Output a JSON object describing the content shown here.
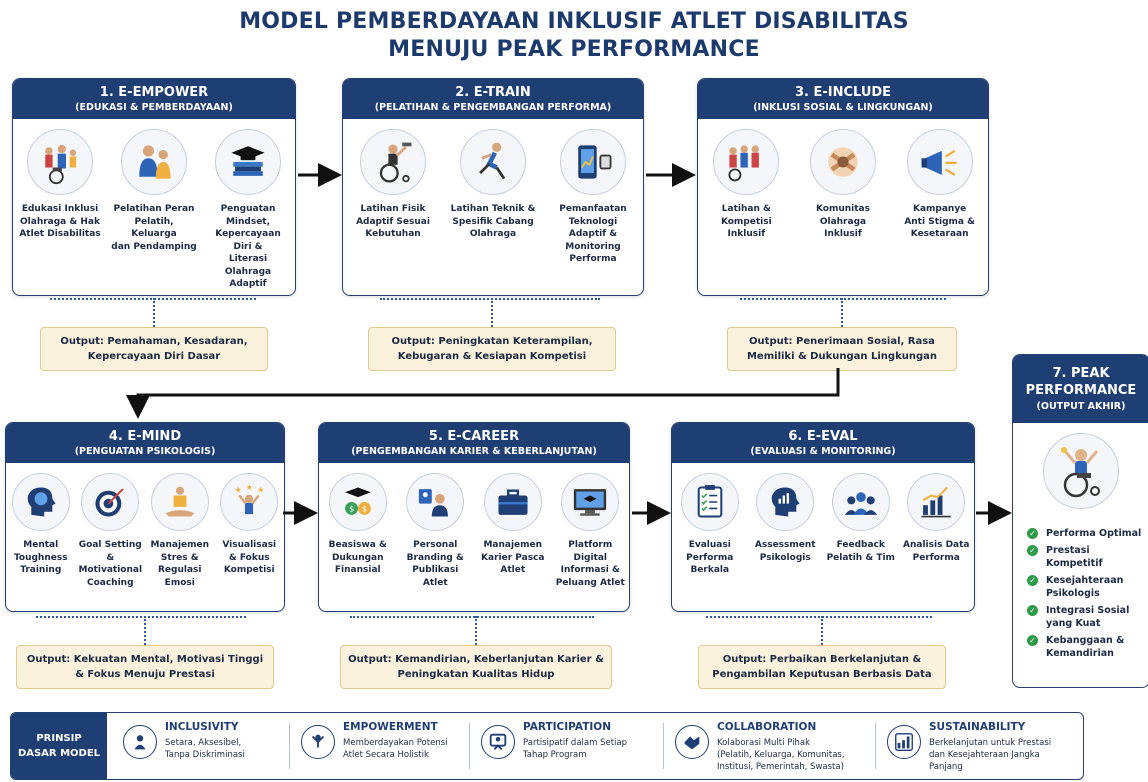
{
  "title": {
    "line1": "MODEL PEMBERDAYAAN INKLUSIF ATLET DISABILITAS",
    "line2": "MENUJU PEAK PERFORMANCE"
  },
  "stages": [
    {
      "name": "1. E-EMPOWER",
      "subtitle": "(EDUKASI & PEMBERDAYAAN)",
      "items": [
        {
          "icon": "family-disability-icon",
          "lines": [
            "Edukasi Inklusi",
            "Olahraga & Hak",
            "Atlet Disabilitas"
          ]
        },
        {
          "icon": "coach-family-icon",
          "lines": [
            "Pelatihan Peran",
            "Pelatih, Keluarga",
            "dan Pendamping"
          ]
        },
        {
          "icon": "graduation-cap-books-icon",
          "lines": [
            "Penguatan Mindset,",
            "Kepercayaan Diri &",
            "Literasi Olahraga",
            "Adaptif"
          ]
        }
      ],
      "output": [
        "Output: Pemahaman, Kesadaran,",
        "Kepercayaan Diri Dasar"
      ]
    },
    {
      "name": "2. E-TRAIN",
      "subtitle": "(PELATIHAN & PENGEMBANGAN PERFORMA)",
      "items": [
        {
          "icon": "wheelchair-dumbbell-icon",
          "lines": [
            "Latihan Fisik",
            "Adaptif Sesuai",
            "Kebutuhan"
          ]
        },
        {
          "icon": "prosthetic-runner-icon",
          "lines": [
            "Latihan Teknik &",
            "Spesifik Cabang",
            "Olahraga"
          ]
        },
        {
          "icon": "phone-smartwatch-icon",
          "lines": [
            "Pemanfaatan",
            "Teknologi",
            "Adaptif &",
            "Monitoring",
            "Performa"
          ]
        }
      ],
      "output": [
        "Output: Peningkatan Keterampilan,",
        "Kebugaran & Kesiapan Kompetisi"
      ]
    },
    {
      "name": "3. E-INCLUDE",
      "subtitle": "(INKLUSI SOSIAL & LINGKUNGAN)",
      "items": [
        {
          "icon": "team-athletes-icon",
          "lines": [
            "Latihan &",
            "Kompetisi",
            "Inklusif"
          ]
        },
        {
          "icon": "community-hands-icon",
          "lines": [
            "Komunitas",
            "Olahraga",
            "Inklusif"
          ]
        },
        {
          "icon": "megaphone-icon",
          "lines": [
            "Kampanye",
            "Anti Stigma &",
            "Kesetaraan"
          ]
        }
      ],
      "output": [
        "Output: Penerimaan Sosial, Rasa",
        "Memiliki & Dukungan Lingkungan"
      ]
    },
    {
      "name": "4. E-MIND",
      "subtitle": "(PENGUATAN PSIKOLOGIS)",
      "items": [
        {
          "icon": "brain-head-icon",
          "lines": [
            "Mental",
            "Toughness",
            "Training"
          ]
        },
        {
          "icon": "target-arrow-icon",
          "lines": [
            "Goal Setting &",
            "Motivational",
            "Coaching"
          ]
        },
        {
          "icon": "meditation-icon",
          "lines": [
            "Manajemen",
            "Stres &",
            "Regulasi Emosi"
          ]
        },
        {
          "icon": "star-celebration-icon",
          "lines": [
            "Visualisasi",
            "& Fokus",
            "Kompetisi"
          ]
        }
      ],
      "output": [
        "Output: Kekuatan Mental, Motivasi Tinggi",
        "& Fokus Menuju Prestasi"
      ]
    },
    {
      "name": "5. E-CAREER",
      "subtitle": "(PENGEMBANGAN KARIER & KEBERLANJUTAN)",
      "items": [
        {
          "icon": "scholarship-coins-icon",
          "lines": [
            "Beasiswa &",
            "Dukungan",
            "Finansial"
          ]
        },
        {
          "icon": "personal-branding-icon",
          "lines": [
            "Personal",
            "Branding &",
            "Publikasi Atlet"
          ]
        },
        {
          "icon": "briefcase-icon",
          "lines": [
            "Manajemen",
            "Karier Pasca",
            "Atlet"
          ]
        },
        {
          "icon": "digital-platform-icon",
          "lines": [
            "Platform Digital",
            "Informasi &",
            "Peluang Atlet"
          ]
        }
      ],
      "output": [
        "Output: Kemandirian, Keberlanjutan Karier &",
        "Peningkatan Kualitas Hidup"
      ]
    },
    {
      "name": "6. E-EVAL",
      "subtitle": "(EVALUASI & MONITORING)",
      "items": [
        {
          "icon": "clipboard-checklist-icon",
          "lines": [
            "Evaluasi Performa",
            "Berkala"
          ]
        },
        {
          "icon": "head-chart-icon",
          "lines": [
            "Assessment",
            "Psikologis"
          ]
        },
        {
          "icon": "feedback-team-icon",
          "lines": [
            "Feedback",
            "Pelatih & Tim"
          ]
        },
        {
          "icon": "growth-chart-icon",
          "lines": [
            "Analisis Data",
            "Performa"
          ]
        }
      ],
      "output": [
        "Output: Perbaikan Berkelanjutan &",
        "Pengambilan Keputusan Berbasis Data"
      ]
    }
  ],
  "peak": {
    "title_line1": "7. PEAK",
    "title_line2": "PERFORMANCE",
    "subtitle": "(OUTPUT AKHIR)",
    "icon": "wheelchair-champion-icon",
    "outcomes": [
      [
        "Performa Optimal"
      ],
      [
        "Prestasi Kompetitif"
      ],
      [
        "Kesejahteraan",
        "Psikologis"
      ],
      [
        "Integrasi Sosial",
        "yang Kuat"
      ],
      [
        "Kebanggaan &",
        "Kemandirian"
      ]
    ]
  },
  "principles": {
    "label_line1": "PRINSIP",
    "label_line2": "DASAR MODEL",
    "items": [
      {
        "icon": "inclusive-person-icon",
        "title": "INCLUSIVITY",
        "desc": [
          "Setara, Aksesibel,",
          "Tanpa Diskriminasi"
        ]
      },
      {
        "icon": "empower-person-icon",
        "title": "EMPOWERMENT",
        "desc": [
          "Memberdayakan Potensi",
          "Atlet Secara Holistik"
        ]
      },
      {
        "icon": "participation-icon",
        "title": "PARTICIPATION",
        "desc": [
          "Partisipatif dalam Setiap",
          "Tahap Program"
        ]
      },
      {
        "icon": "handshake-icon",
        "title": "COLLABORATION",
        "desc": [
          "Kolaborasi Multi Pihak",
          "(Pelatih, Keluarga, Komunitas,",
          "Institusi, Pemerintah, Swasta)"
        ]
      },
      {
        "icon": "sustainability-chart-icon",
        "title": "SUSTAINABILITY",
        "desc": [
          "Berkelanjutan untuk Prestasi",
          "dan Kesejahteraan Jangka",
          "Panjang"
        ]
      }
    ]
  },
  "colors": {
    "navy": "#1f3e74",
    "output_bg": "#fbf2de",
    "check_green": "#2e9a48",
    "dotted_blue": "#2a5aa6"
  }
}
